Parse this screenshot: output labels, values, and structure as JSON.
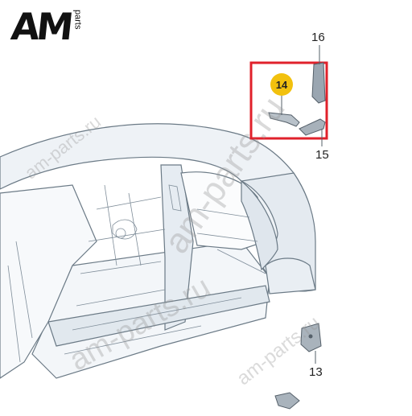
{
  "logo": {
    "brand": "AM",
    "suffix": "parts"
  },
  "callouts": {
    "part_13": "13",
    "part_14": "14",
    "part_15": "15",
    "part_16": "16"
  },
  "watermark": {
    "text": "am-parts.ru"
  },
  "colors": {
    "highlight_box": "#e0212b",
    "badge": "#f2c10e",
    "line_art": "#6b7a86",
    "panel_fill": "#e9eef3"
  }
}
